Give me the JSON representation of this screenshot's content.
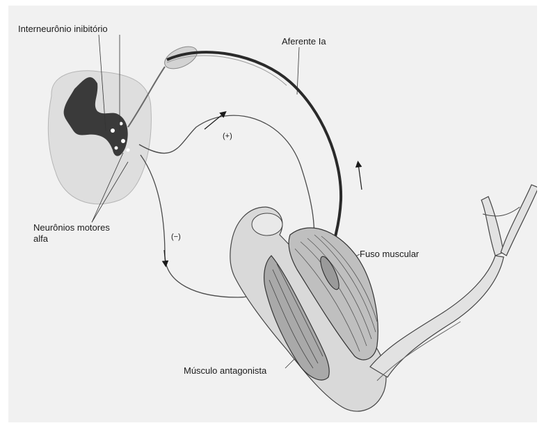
{
  "labels": {
    "interneuron": "Interneurônio inibitório",
    "afferent": "Aferente Ia",
    "plus": "(+)",
    "motor_line1": "Neurônios motores",
    "motor_line2": "alfa",
    "minus": "(−)",
    "spindle": "Fuso muscular",
    "antagonist": "Músculo antagonista"
  },
  "colors": {
    "background": "#f1f1f1",
    "ink": "#1a1a1a",
    "grey_matter": "#3a3a3a",
    "cord": "#dedede",
    "bone": "#d9d9d9",
    "muscle": "#bfbfbf"
  }
}
